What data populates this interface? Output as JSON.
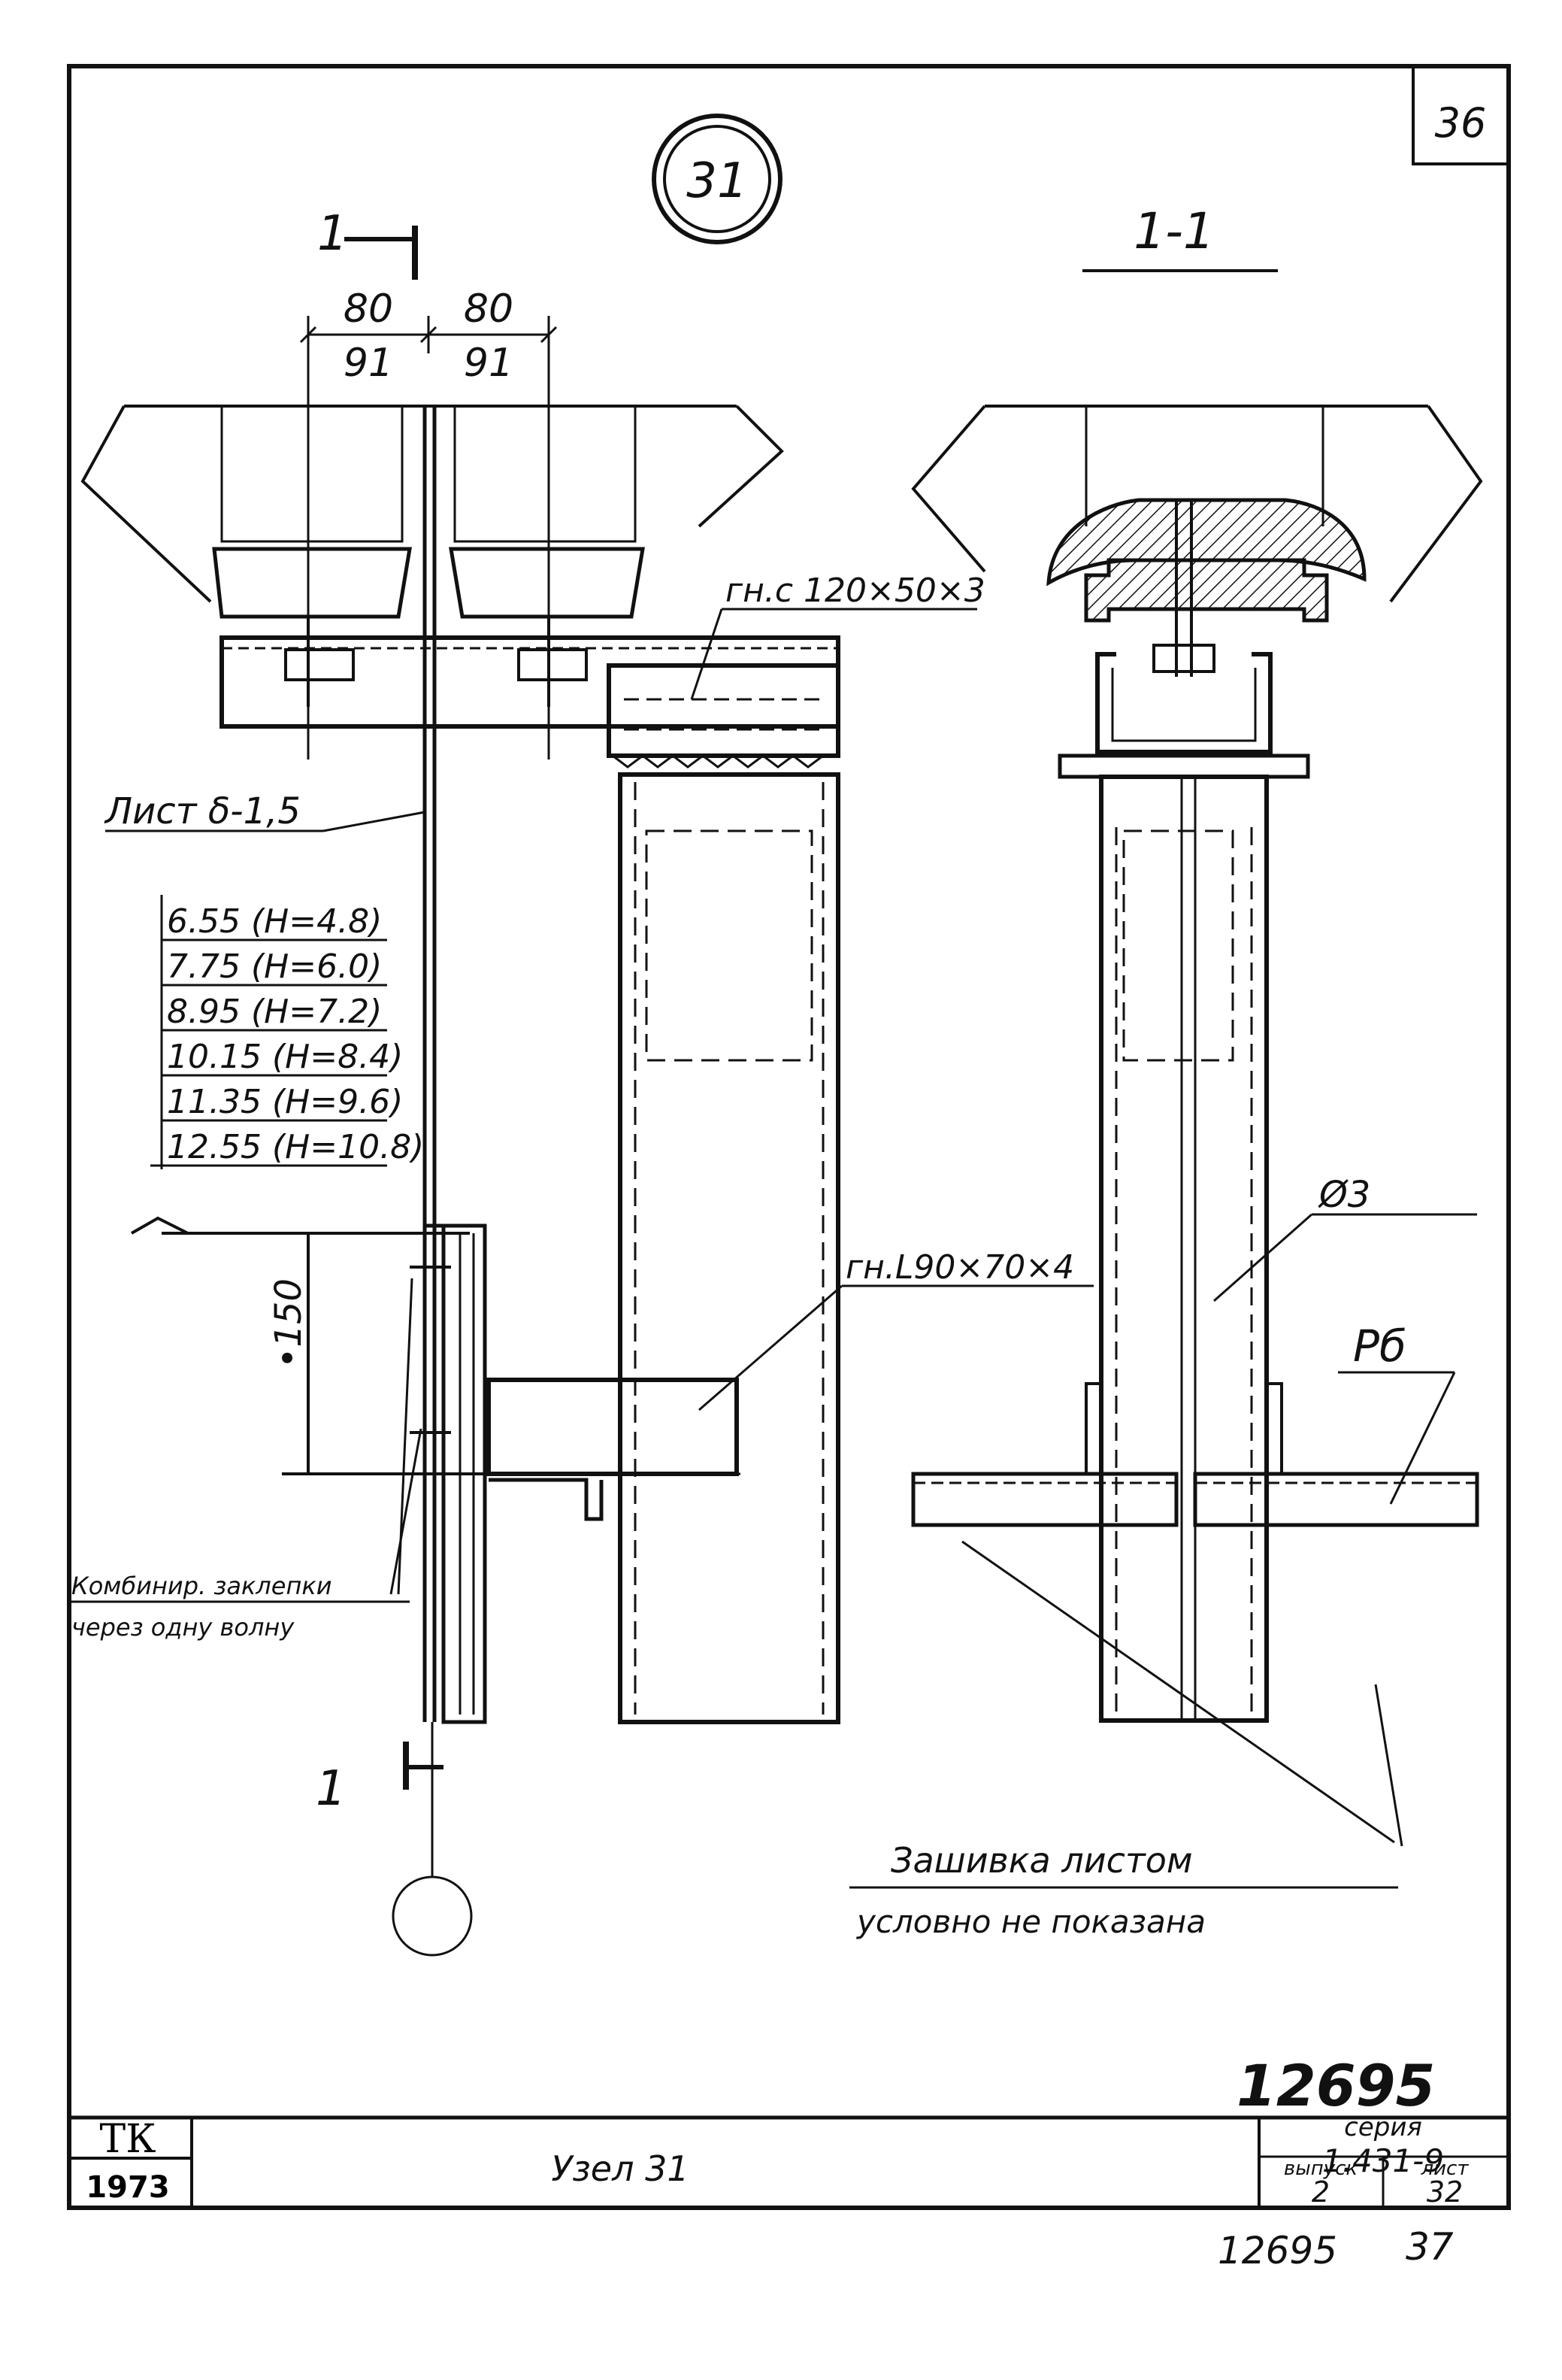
{
  "sheet_corner_number": "36",
  "node_circle_label": "31",
  "section_marker_top": "1",
  "section_marker_bottom": "1",
  "section_view_title": "1-1",
  "dims": {
    "d1_top": "80",
    "d1_bottom": "91",
    "d2_top": "80",
    "d2_bottom": "91"
  },
  "labels": {
    "channel": "гн.с 120×50×3",
    "sheet_plate": "Лист δ-1,5",
    "angle": "гн.L90×70×4",
    "phi": "Ø3",
    "rb": "Рб",
    "height_dim": "•150",
    "combined_rivets_1": "Комбинир. заклепки",
    "combined_rivets_2": "через одну волну",
    "sheathing_1": "Зашивка листом",
    "sheathing_2": "условно не показана"
  },
  "levels": [
    {
      "mark": "6.55",
      "h": "(Н=4.8)"
    },
    {
      "mark": "7.75",
      "h": "(Н=6.0)"
    },
    {
      "mark": "8.95",
      "h": "(Н=7.2)"
    },
    {
      "mark": "10.15",
      "h": "(Н=8.4)"
    },
    {
      "mark": "11.35",
      "h": "(Н=9.6)"
    },
    {
      "mark": "12.55",
      "h": "(Н=10.8)"
    }
  ],
  "doc_number": "12695",
  "title_block": {
    "org": "ТК",
    "year": "1973",
    "title": "Узел 31",
    "series_label": "серия",
    "series_value": "1.431-9",
    "issue_label": "выпуск",
    "issue_value": "2",
    "sheet_label": "лист",
    "sheet_value": "32"
  },
  "footer": {
    "archive": "12695",
    "page": "37"
  }
}
